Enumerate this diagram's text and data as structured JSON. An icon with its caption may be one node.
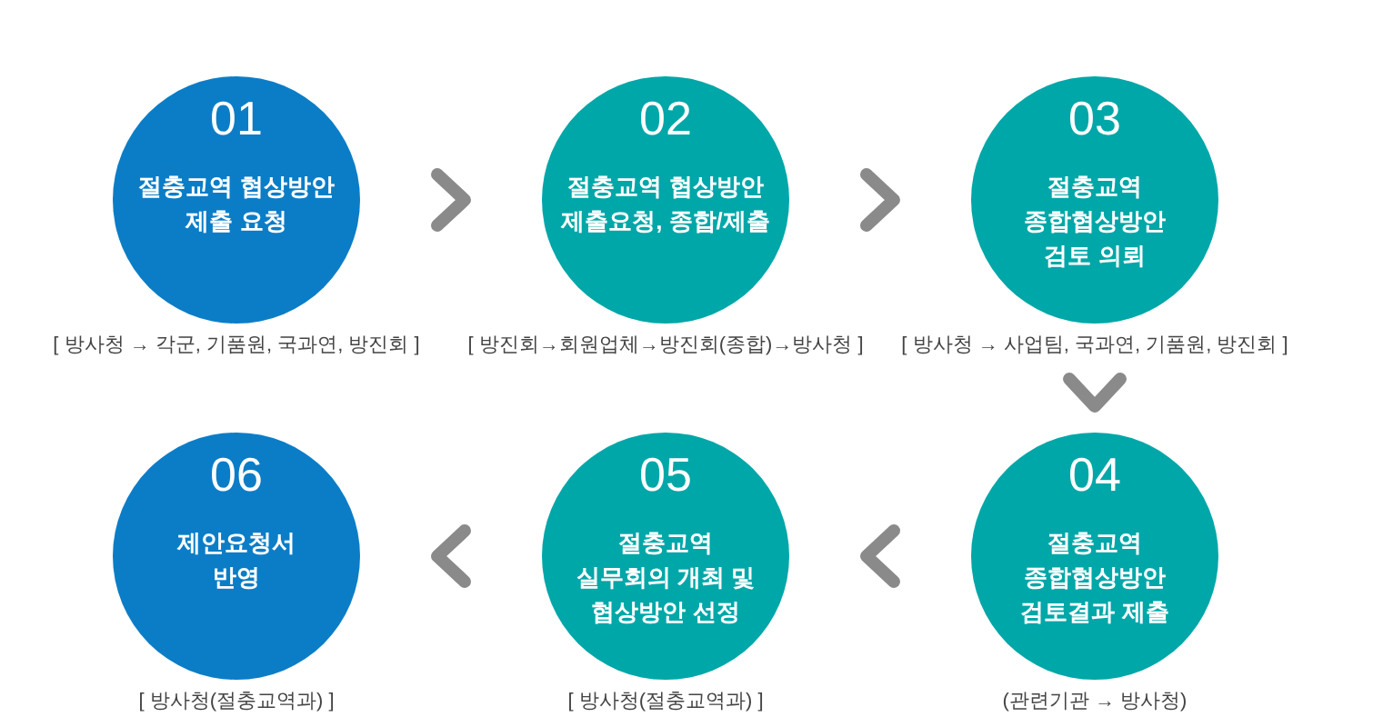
{
  "diagram": {
    "nodes": [
      {
        "text": [
          "01",
          "절충교역 협상방안 제출 요청"
        ],
        "beside": [
          "[ 방사청 → 각군, 기품원, 국과연, 방진회 ]"
        ]
      },
      {
        "text": [
          "02",
          "절충교역 협상방안 제출요청, 종합/제출"
        ],
        "beside": [
          "[ 방진회→회원업체→방진회(종합)→방사청 ]"
        ]
      },
      {
        "text": [
          "03",
          "절충교역 종합협상방안 검토 의뢰"
        ],
        "beside": [
          "[ 방사청 → 사업팀, 국과연, 기품원, 방진회 ]"
        ]
      },
      {
        "text": [
          "04",
          "절충교역 종합협상방안 검토결과 제출"
        ],
        "beside": [
          "(관련기관 → 방사청)"
        ]
      },
      {
        "text": [
          "05",
          "절충교역 실무회의 개최 및 협상방안 선정"
        ],
        "beside": [
          "[ 방사청(절충교역과) ]"
        ]
      },
      {
        "text": [
          "06",
          "제안요청서 반영"
        ],
        "beside": [
          "[ 방사청(절충교역과) ]"
        ]
      }
    ],
    "edges": [
      {
        "from": 0,
        "to": 1,
        "arrow": "to"
      },
      {
        "from": 1,
        "to": 2,
        "arrow": "to"
      },
      {
        "from": 2,
        "to": 3,
        "arrow": "to"
      },
      {
        "from": 3,
        "to": 4,
        "arrow": "to"
      },
      {
        "from": 4,
        "to": 5,
        "arrow": "to"
      }
    ]
  }
}
